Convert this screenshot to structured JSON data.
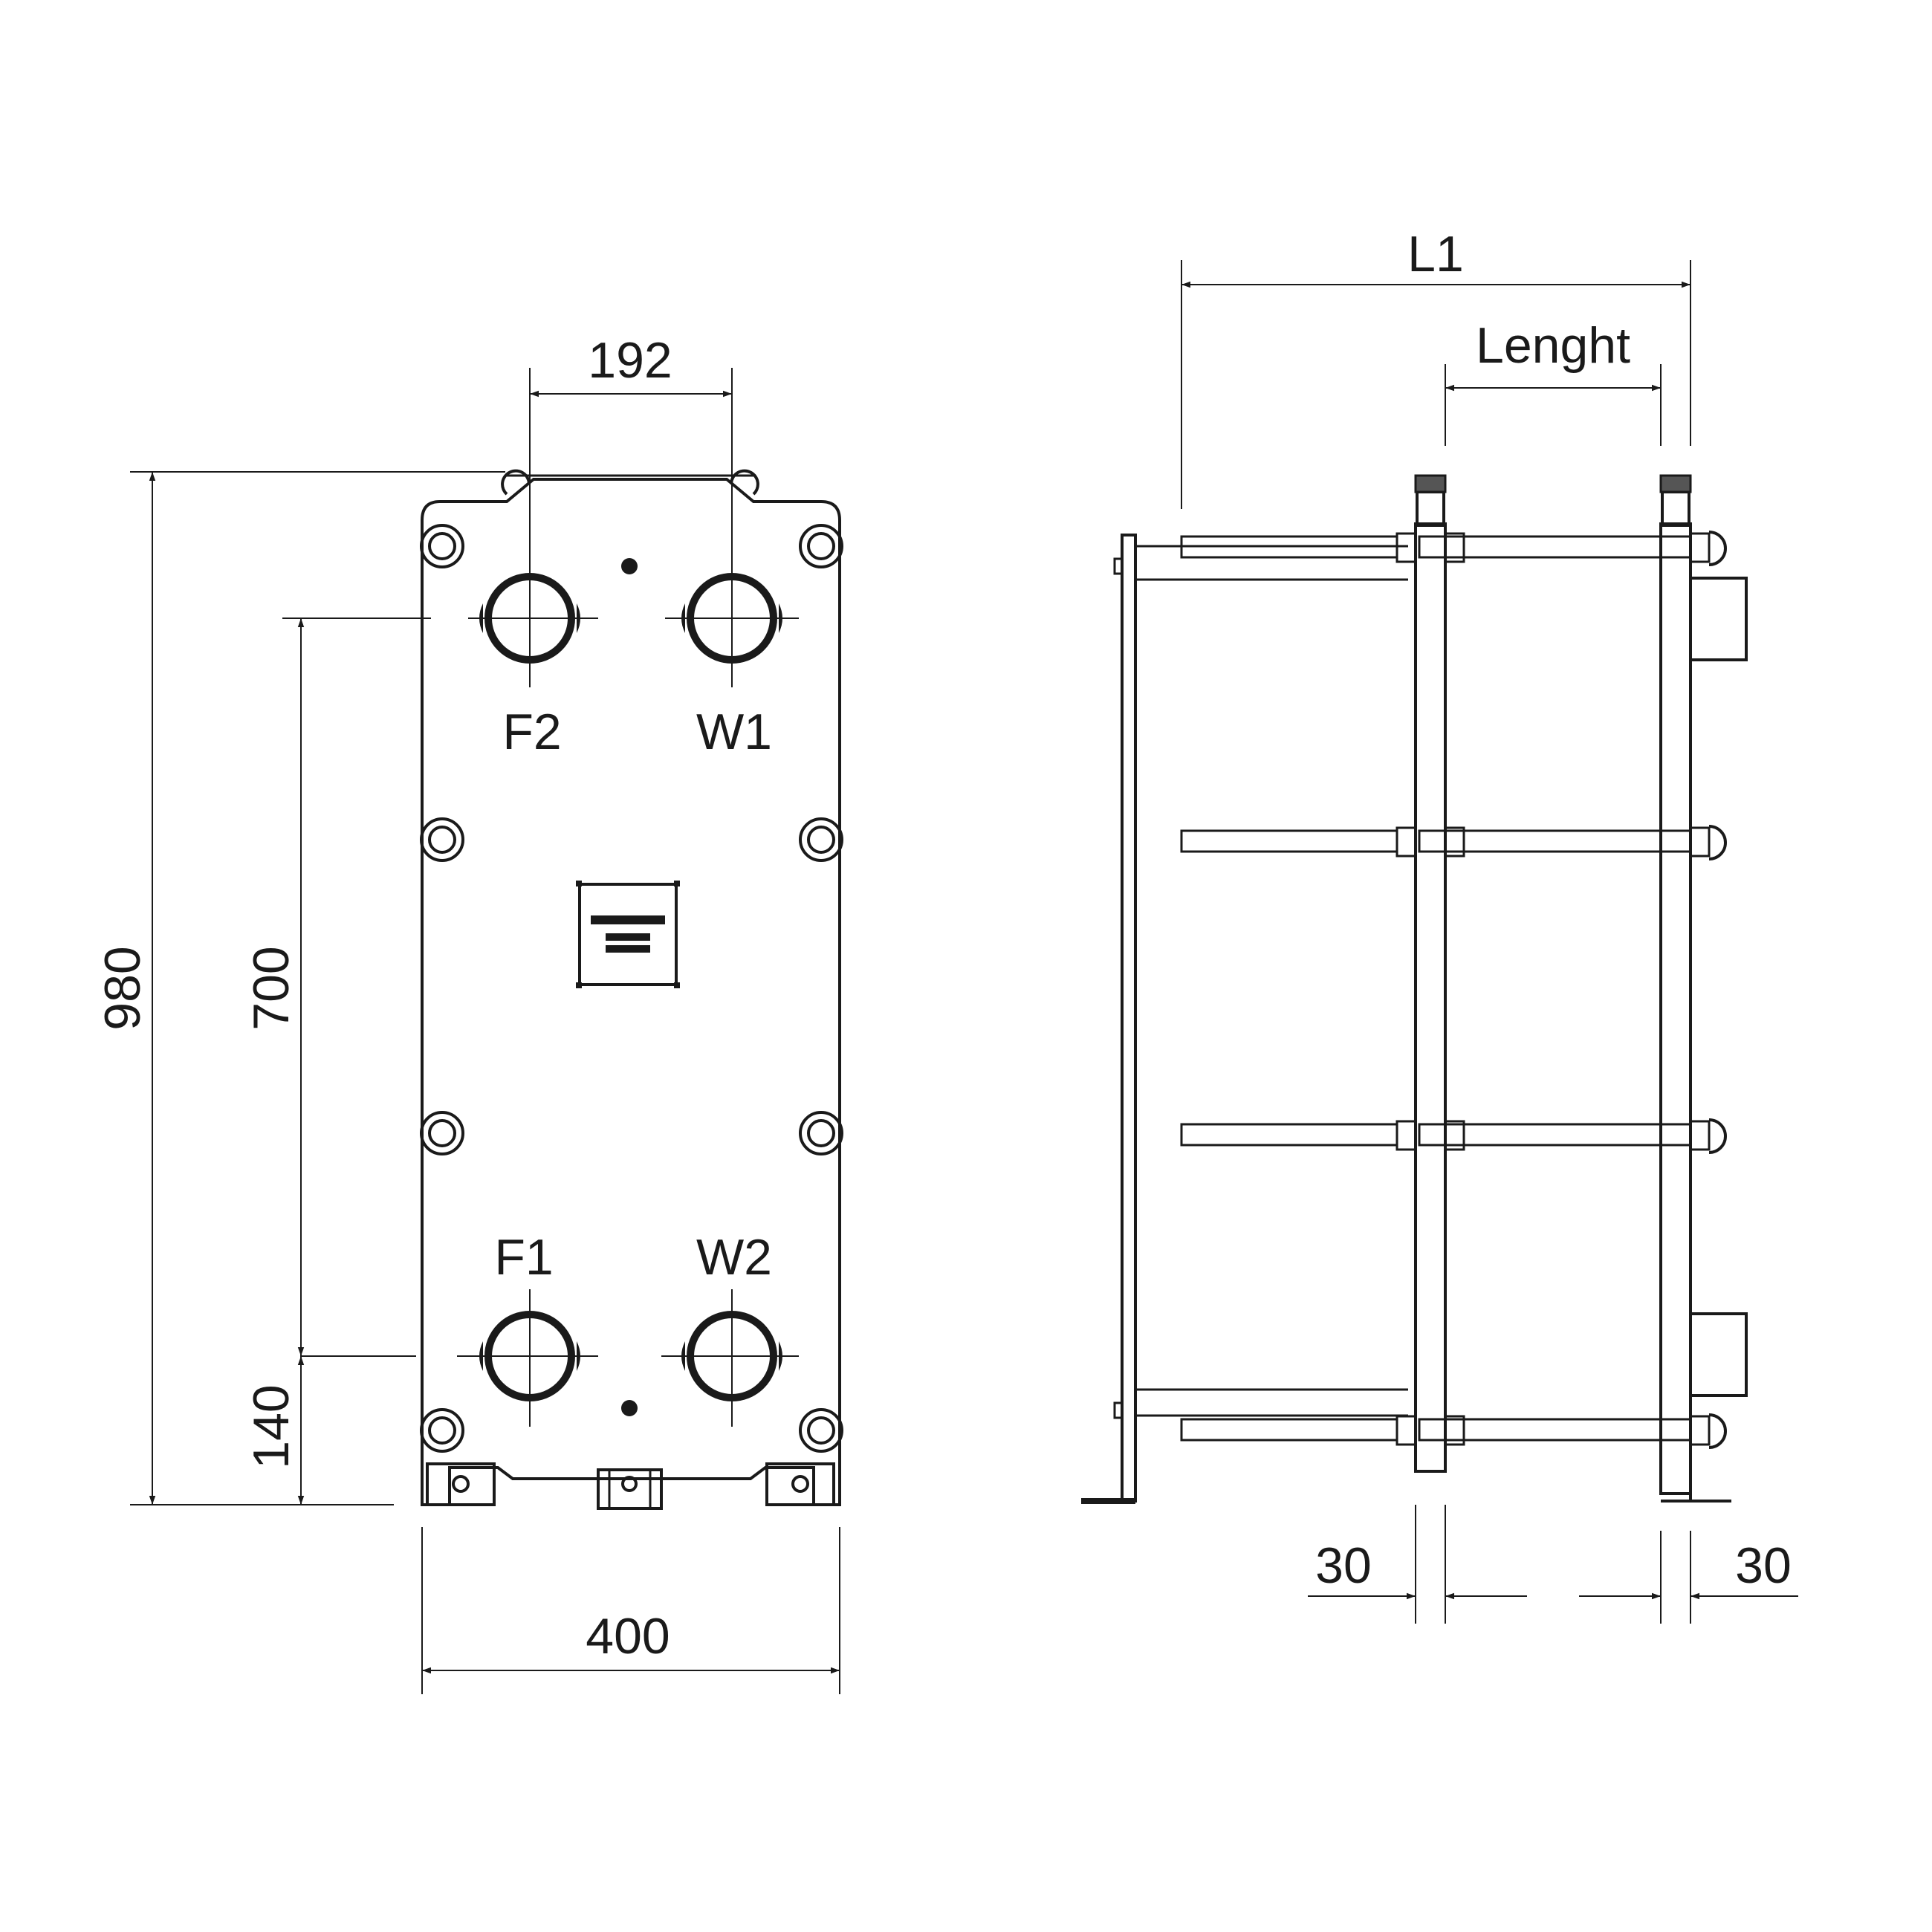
{
  "front_view": {
    "dim_port_spacing": "192",
    "dim_overall_height": "980",
    "dim_port_centers": "700",
    "dim_bottom_offset": "140",
    "dim_width": "400",
    "port_labels": {
      "top_left": "F2",
      "top_right": "W1",
      "bottom_left": "F1",
      "bottom_right": "W2"
    }
  },
  "side_view": {
    "dim_l1": "L1",
    "dim_length": "Lenght",
    "dim_left_plate": "30",
    "dim_right_plate": "30"
  },
  "colors": {
    "line": "#1a1a1a",
    "background": "#ffffff"
  }
}
